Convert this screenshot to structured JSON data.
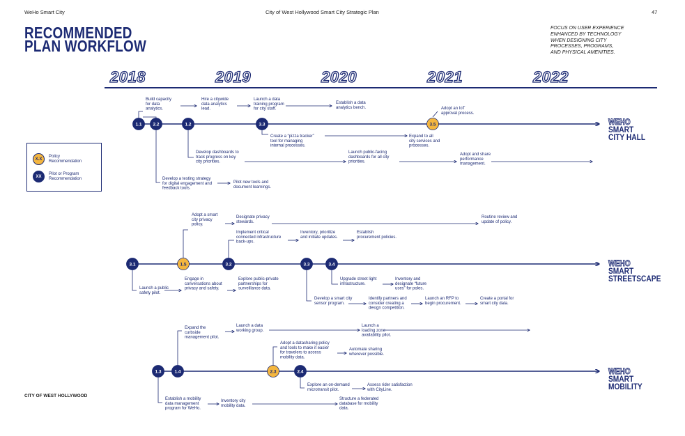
{
  "header": {
    "left": "WeHo Smart City",
    "center": "City of West Hollywood Smart City Strategic Plan",
    "page_number": "47"
  },
  "title": [
    "RECOMMENDED",
    "PLAN WORKFLOW"
  ],
  "focus": [
    "FOCUS ON USER EXPERIENCE",
    "ENHANCED BY TECHNOLOGY",
    "WHEN DESIGNING CITY",
    "PROCESSES, PROGRAMS,",
    "AND PHYSICAL AMENITIES."
  ],
  "years": [
    "2018",
    "2019",
    "2020",
    "2021",
    "2022"
  ],
  "footer": "CITY OF WEST HOLLYWOOD",
  "colors": {
    "navy": "#1c2a73",
    "gold": "#f4b63f"
  },
  "legend": [
    {
      "type": "policy",
      "code": "X.X",
      "label": [
        "Policy",
        "Recommendation"
      ]
    },
    {
      "type": "pilot",
      "code": "XX",
      "label": [
        "Pilot or Program",
        "Recommendation"
      ]
    }
  ],
  "lanes": [
    {
      "id": "city-hall",
      "label": [
        "WEHO",
        "SMART",
        "CITY HALL"
      ],
      "nodes": [
        {
          "code": "1.1",
          "type": "pilot"
        },
        {
          "code": "2.2",
          "type": "pilot"
        },
        {
          "code": "1.2",
          "type": "pilot"
        },
        {
          "code": "3.3",
          "type": "pilot"
        },
        {
          "code": "3.5",
          "type": "policy"
        }
      ],
      "items": [
        [
          "Build capacity",
          "for data",
          "analytics."
        ],
        [
          "Hire a citywide",
          "data analytics",
          "lead."
        ],
        [
          "Launch a data",
          "training program",
          "for city staff."
        ],
        [
          "Establish a data",
          "analytics bench."
        ],
        [
          "Adopt an IoT",
          "approval process."
        ],
        [
          "Create a “pizza tracker”",
          "tool for managing",
          "internal processes."
        ],
        [
          "Expand to all",
          "city services and",
          "processes."
        ],
        [
          "Develop dashboards to",
          "track progress on key",
          "city priorities."
        ],
        [
          "Launch public-facing",
          "dashboards for all city",
          "priorities."
        ],
        [
          "Adopt and share",
          "performance",
          "management."
        ],
        [
          "Develop a testing strategy",
          "for digital engagement and",
          "feedback tools."
        ],
        [
          "Pilot new tools and",
          "document learnings."
        ]
      ]
    },
    {
      "id": "streetscape",
      "label": [
        "WEHO",
        "SMART",
        "STREETSCAPE"
      ],
      "nodes": [
        {
          "code": "3.1",
          "type": "pilot"
        },
        {
          "code": "1.5",
          "type": "policy"
        },
        {
          "code": "3.2",
          "type": "pilot"
        },
        {
          "code": "3.3",
          "type": "pilot"
        },
        {
          "code": "3.4",
          "type": "pilot"
        }
      ],
      "items": [
        [
          "Adopt a smart",
          "city privacy",
          "policy."
        ],
        [
          "Designate privacy",
          "stewards."
        ],
        [
          "Routine review and",
          "update of policy."
        ],
        [
          "Implement critical",
          "connected infrastructure",
          "back-ups."
        ],
        [
          "Inventory, prioritize",
          "and initiate updates."
        ],
        [
          "Establish",
          "procurement policies."
        ],
        [
          "Launch a public",
          "safety pilot."
        ],
        [
          "Engage in",
          "conversations about",
          "privacy and safety."
        ],
        [
          "Explore public-private",
          "partnerships for",
          "surveillance data."
        ],
        [
          "Upgrade street light",
          "infrastructure."
        ],
        [
          "Inventory and",
          "designate “future",
          "uses” for poles."
        ],
        [
          "Develop a smart city",
          "sensor program."
        ],
        [
          "Identify partners and",
          "consider creating a",
          "design competition."
        ],
        [
          "Launch an RFP to",
          "begin procurement."
        ],
        [
          "Create a portal for",
          "smart city data."
        ]
      ]
    },
    {
      "id": "mobility",
      "label": [
        "WEHO",
        "SMART",
        "MOBILITY"
      ],
      "nodes": [
        {
          "code": "1.3",
          "type": "pilot"
        },
        {
          "code": "1.4",
          "type": "pilot"
        },
        {
          "code": "2.3",
          "type": "policy"
        },
        {
          "code": "2.4",
          "type": "pilot"
        }
      ],
      "items": [
        [
          "Expand the",
          "curbside",
          "management pilot."
        ],
        [
          "Launch a data",
          "working group."
        ],
        [
          "Launch a",
          "loading zone",
          "availability pilot."
        ],
        [
          "Adopt a datasharing policy",
          "and tools to make it easier",
          "for travelers to access",
          "mobility data."
        ],
        [
          "Automate sharing",
          "wherever possible."
        ],
        [
          "Explore an on-demand",
          "microtransit pilot."
        ],
        [
          "Assess rider satisfaction",
          "with CityLine."
        ],
        [
          "Establish a mobility",
          "data management",
          "program for WeHo."
        ],
        [
          "Inventory city",
          "mobility data."
        ],
        [
          "Structure a federated",
          "database for mobility",
          "data."
        ]
      ]
    }
  ]
}
